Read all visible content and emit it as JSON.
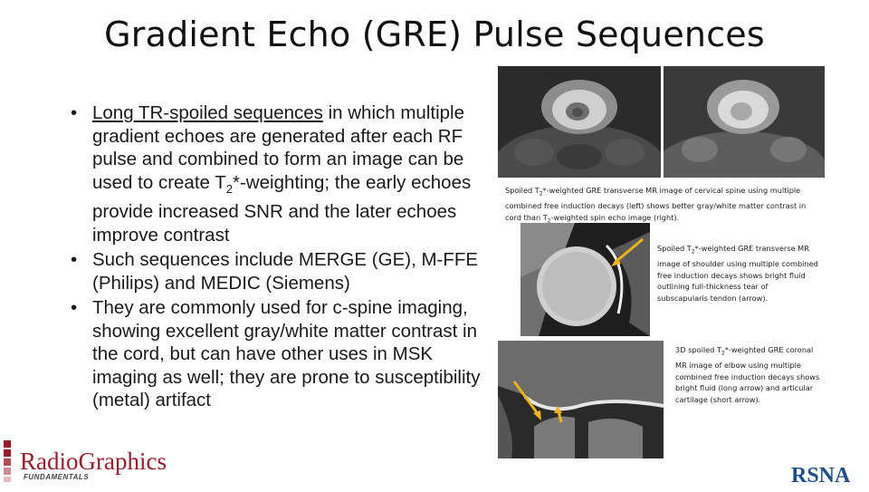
{
  "title": "Gradient Echo (GRE) Pulse Sequences",
  "bullets": {
    "b1": {
      "link": "Long TR-spoiled sequences",
      "text_a": " in which multiple gradient echoes are generated after each RF pulse and combined to form an image can be used to create T",
      "sub": "2",
      "text_b": "*-weighting; the early echoes provide increased SNR and the later echoes improve contrast"
    },
    "b2": "Such sequences include MERGE (GE), M-FFE (Philips) and MEDIC (Siemens)",
    "b3": "They are commonly used for c-spine imaging, showing excellent gray/white matter contrast in the cord, but can have other uses in MSK imaging as well; they are prone to susceptibility (metal) artifact"
  },
  "captions": {
    "spine": {
      "a": "Spoiled T",
      "s1": "2",
      "b": "*-weighted GRE transverse MR image of cervical spine using multiple combined free induction decays (left) shows better gray/white matter contrast in cord than T",
      "s2": "2",
      "c": "-weighted spin echo image (right)."
    },
    "shoulder": {
      "a": "Spoiled T",
      "s1": "2",
      "b": "*-weighted GRE transverse MR image of shoulder using multiple combined free induction decays shows bright fluid outlining full-thickness tear of subscapularis tendon (arrow)."
    },
    "elbow": {
      "a": "3D spoiled T",
      "s1": "2",
      "b": "*-weighted GRE coronal MR image of elbow using multiple combined free induction decays shows bright fluid (long arrow) and articular cartilage (short arrow)."
    }
  },
  "logos": {
    "radiographics": "RadioGraphics",
    "fundamentals": "FUNDAMENTALS",
    "rsna": "RSNA"
  },
  "colors": {
    "arrow": "#f2b316",
    "rg_red": "#9a1b2e",
    "rsna_blue": "#1e4f8c"
  }
}
